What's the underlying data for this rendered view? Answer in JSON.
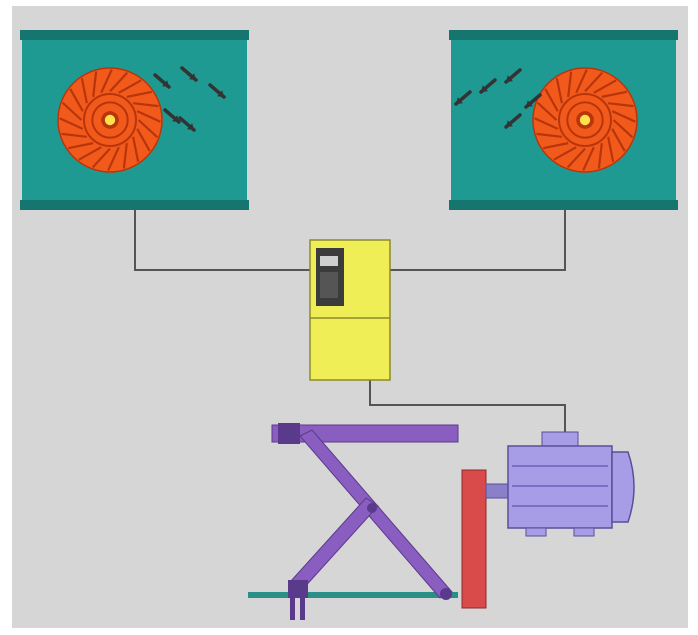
{
  "diagram": {
    "components": [
      {
        "id": "fan-unit-left",
        "kind": "fan housing with impeller"
      },
      {
        "id": "fan-unit-right",
        "kind": "fan housing with impeller"
      },
      {
        "id": "frequency-inverter",
        "kind": "variable frequency drive"
      },
      {
        "id": "electric-motor",
        "kind": "motor"
      },
      {
        "id": "scissor-linkage",
        "kind": "mechanical linkage"
      },
      {
        "id": "drive-plate",
        "kind": "coupling plate"
      }
    ],
    "connections": [
      [
        "fan-unit-left",
        "frequency-inverter"
      ],
      [
        "fan-unit-right",
        "frequency-inverter"
      ],
      [
        "frequency-inverter",
        "electric-motor"
      ]
    ],
    "colors": {
      "background": "#d6d6d6",
      "housing": "#1f9a92",
      "housing_edge": "#17756f",
      "impeller": "#f25a1c",
      "impeller_dark": "#b8350c",
      "hub": "#ffe04a",
      "inverter": "#f0ee57",
      "display": "#3b3b3b",
      "motor": "#a79ce6",
      "linkage": "#8a5dc0",
      "linkage_dark": "#5a3a8a",
      "plate": "#d94a4a",
      "rail": "#2a8f86",
      "wire": "#555555",
      "arrow": "#333333"
    }
  }
}
